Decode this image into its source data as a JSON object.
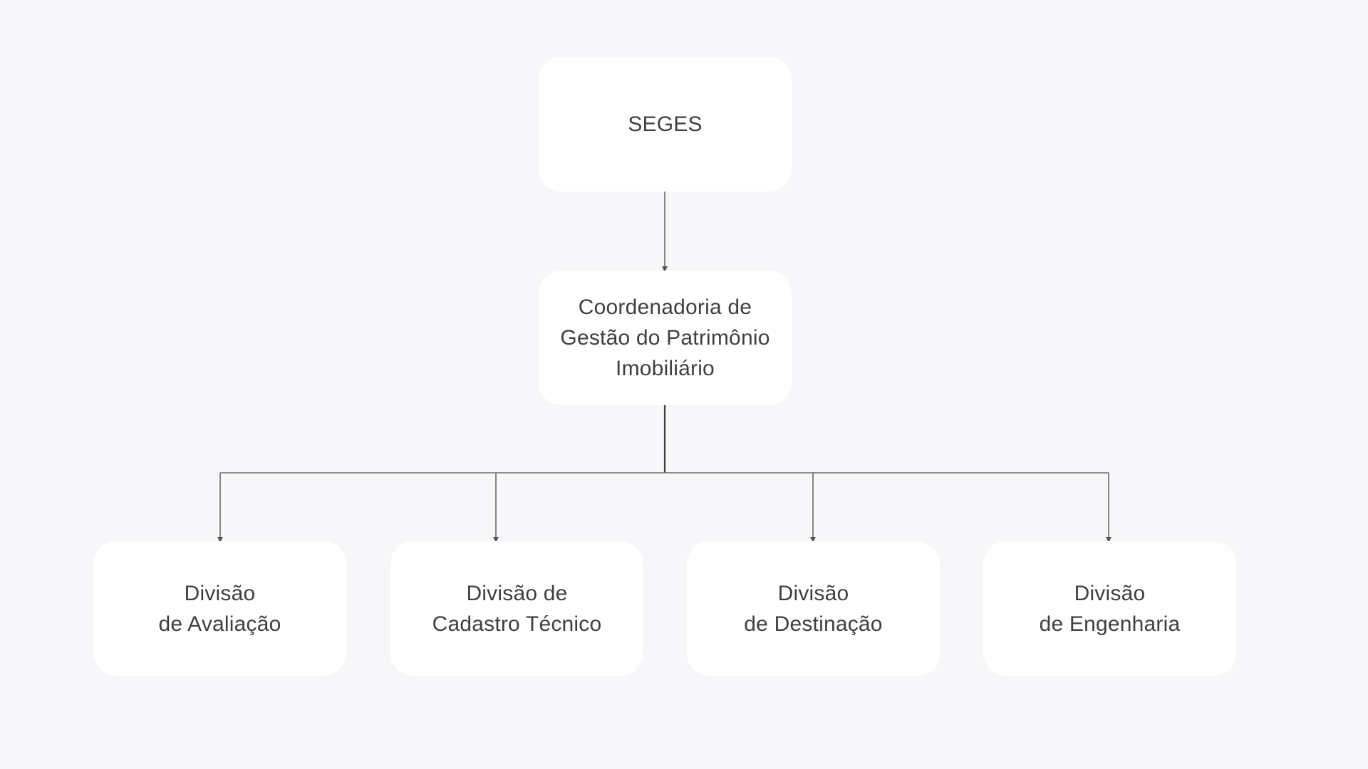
{
  "nodes": {
    "root": {
      "lines": [
        "SEGES"
      ]
    },
    "coord": {
      "lines": [
        "Coordenadoria de",
        "Gestão do Patrimônio",
        "Imobiliário"
      ]
    },
    "aval": {
      "lines": [
        "Divisão",
        "de Avaliação"
      ]
    },
    "cad": {
      "lines": [
        "Divisão de",
        "Cadastro Técnico"
      ]
    },
    "dest": {
      "lines": [
        "Divisão",
        "de Destinação"
      ]
    },
    "eng": {
      "lines": [
        "Divisão",
        "de Engenharia"
      ]
    }
  },
  "colors": {
    "background": "#f7f7f9",
    "node_fill": "#ffffff",
    "text": "#3f3f3f",
    "connector": "#6b6b6b"
  }
}
